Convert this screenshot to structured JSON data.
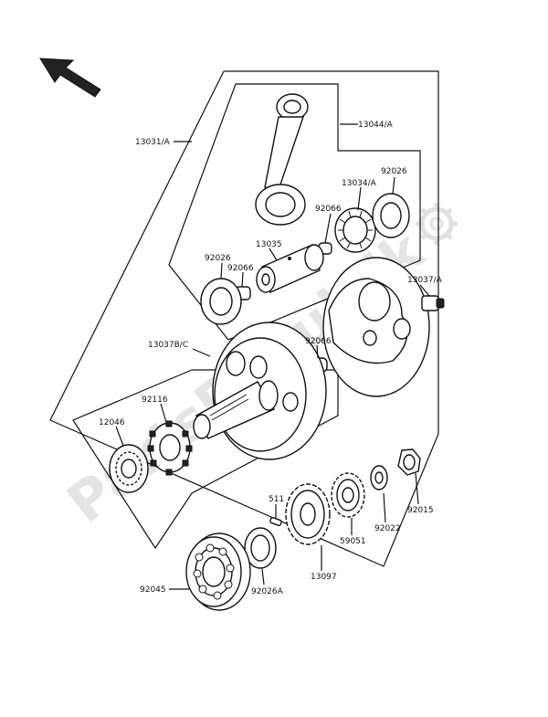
{
  "watermark": "PartsRepublik",
  "labels": {
    "p13031": "13031/A",
    "p13044": "13044/A",
    "p13034": "13034/A",
    "p92026_top": "92026",
    "p92066_top": "92066",
    "p13035": "13035",
    "p92026_left": "92026",
    "p92066_left": "92066",
    "p13037a": "13037/A",
    "p13037bc": "13037B/C",
    "p92066_mid": "92066",
    "p92116": "92116",
    "p12046": "12046",
    "p511": "511",
    "p92022": "92022",
    "p92015": "92015",
    "p59051": "59051",
    "p13097": "13097",
    "p92045": "92045",
    "p92026a": "92026A"
  },
  "icons": {
    "direction": "arrow-up-left-icon",
    "gear": "gear-icon"
  }
}
